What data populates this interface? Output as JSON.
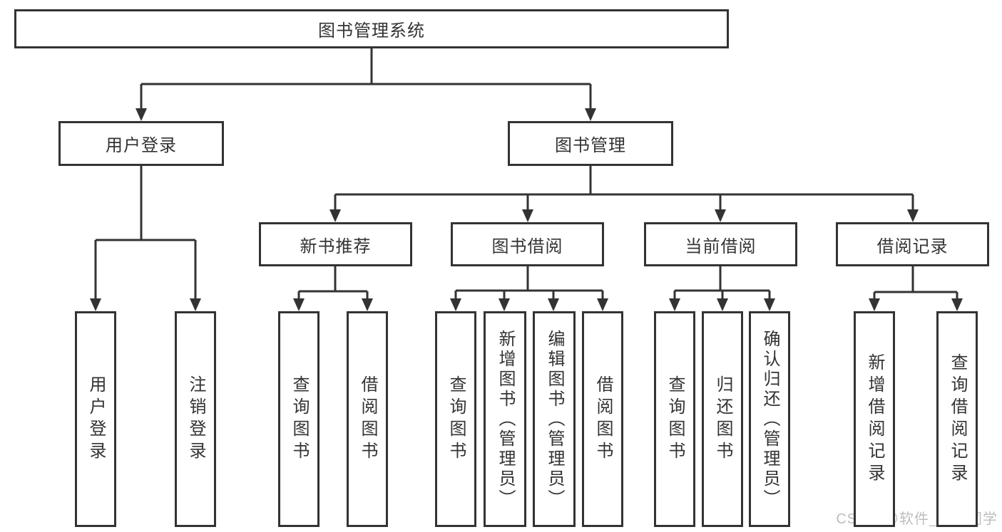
{
  "diagram": {
    "title": "图书管理系统",
    "level2": {
      "user_login": "用户登录",
      "book_mgmt": "图书管理"
    },
    "level3": [
      "新书推荐",
      "图书借阅",
      "当前借阅",
      "借阅记录"
    ],
    "leaves": {
      "user": [
        "用户登录",
        "注销登录"
      ],
      "recommend": [
        "查询图书",
        "借阅图书"
      ],
      "borrow": [
        "查询图书",
        "新增图书（管理员）",
        "编辑图书（管理员）",
        "借阅图书"
      ],
      "current": [
        "查询图书",
        "归还图书",
        "确认归还（管理员）"
      ],
      "records": [
        "新增借阅记录",
        "查询借阅记录"
      ]
    },
    "colors": {
      "line": "#333333",
      "text": "#333333",
      "watermark": "#bdbdbd"
    },
    "watermark": "CSDN @软件_小贺同学"
  }
}
